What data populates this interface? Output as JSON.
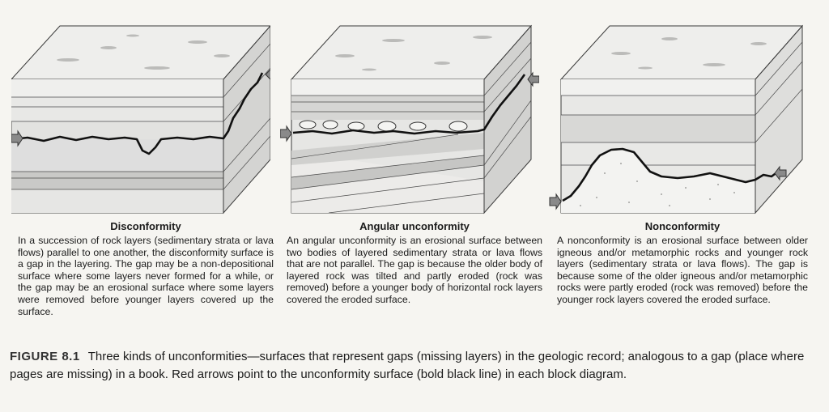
{
  "panels": [
    {
      "title": "Disconformity",
      "description": "In a succession of rock layers (sedimentary strata or lava flows) parallel to one another, the disconformity surface is a gap in the layering. The gap may be a non-depositional surface where some layers never formed for a while, or the gap may be an erosional surface where some layers were removed before younger layers covered up the surface."
    },
    {
      "title": "Angular unconformity",
      "description": "An angular unconformity is an erosional surface between two bodies of layered sedimentary strata or lava flows that are not parallel. The gap is because the older body of layered rock was tilted and partly eroded (rock was removed) before a younger body of horizontal rock layers covered the eroded surface."
    },
    {
      "title": "Nonconformity",
      "description": "A nonconformity is an erosional surface between older igneous and/or metamorphic rocks and younger rock layers (sedimentary strata or lava flows). The gap is because some of the older igneous and/or metamorphic rocks were partly eroded (rock was removed) before the younger rock layers covered the eroded surface."
    }
  ],
  "caption": {
    "label": "FIGURE 8.1",
    "text": "Three kinds of unconformities—surfaces that represent gaps (missing layers) in the geologic record; analogous to a gap (place where pages are missing) in a book. Red arrows point to the unconformity surface (bold black line) in each block diagram."
  },
  "colors": {
    "rock_light": "#e9e9e7",
    "rock_mid": "#d2d2d0",
    "rock_dark": "#b9b9b7",
    "top_surface": "#efefed",
    "arrow": "#8a8a8a"
  }
}
